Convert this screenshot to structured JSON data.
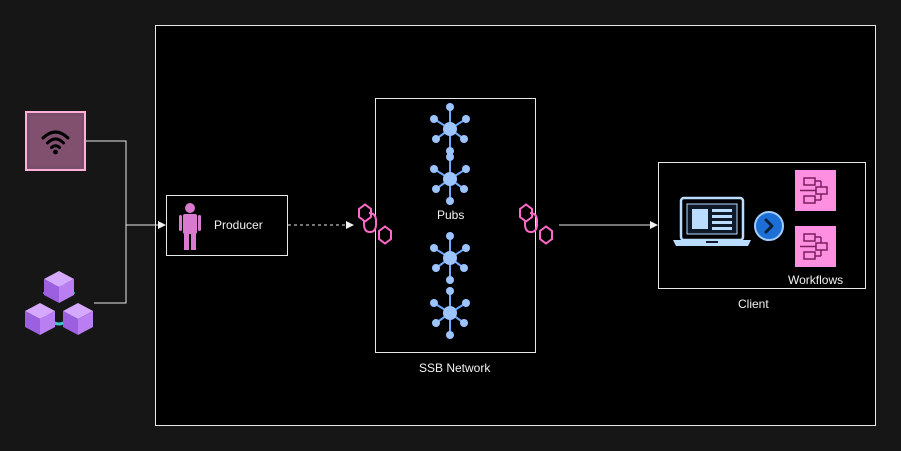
{
  "diagram": {
    "producer_label": "Producer",
    "pubs_label": "Pubs",
    "ssb_network_label": "SSB Network",
    "client_label": "Client",
    "workflows_label": "Workflows"
  },
  "icons": {
    "wifi": "wifi-icon",
    "blockchain": "blockchain-cubes-icon",
    "person": "person-icon",
    "pub_node": "network-hub-icon",
    "connector": "hexagon-connector-icon",
    "laptop": "laptop-icon",
    "chevron": "chevron-right-icon",
    "workflow": "workflow-icon"
  },
  "colors": {
    "background": "#161616",
    "canvas": "#000000",
    "border": "#e8e8e8",
    "pink": "#ff69c8",
    "pink_fill": "#ff8fe0",
    "blue": "#6ea8ff",
    "purple": "#b077f0",
    "teal": "#3ec7d3"
  }
}
